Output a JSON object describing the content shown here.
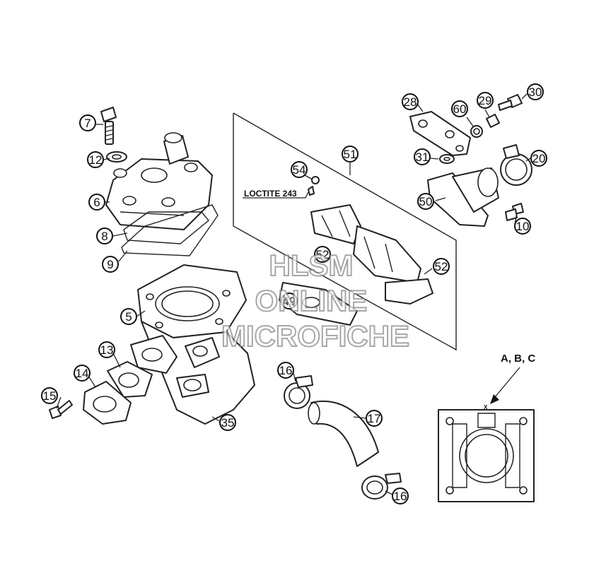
{
  "callouts": {
    "c7": "7",
    "c12": "12",
    "c6": "6",
    "c8": "8",
    "c9": "9",
    "c5": "5",
    "c13": "13",
    "c14": "14",
    "c15": "15",
    "c35": "35",
    "c16a": "16",
    "c16b": "16",
    "c17": "17",
    "c51": "51",
    "c54": "54",
    "c52a": "52",
    "c52b": "52",
    "c49": "49",
    "c28": "28",
    "c60": "60",
    "c29": "29",
    "c30": "30",
    "c31": "31",
    "c20": "20",
    "c50": "50",
    "c10": "10"
  },
  "labels": {
    "loctite": "LOCTITE 243",
    "abc": "A, B, C",
    "x_mark": "X"
  },
  "watermark": {
    "line1": "HLSM",
    "line2": "ONLINE",
    "line3": "MICROFICHE"
  }
}
